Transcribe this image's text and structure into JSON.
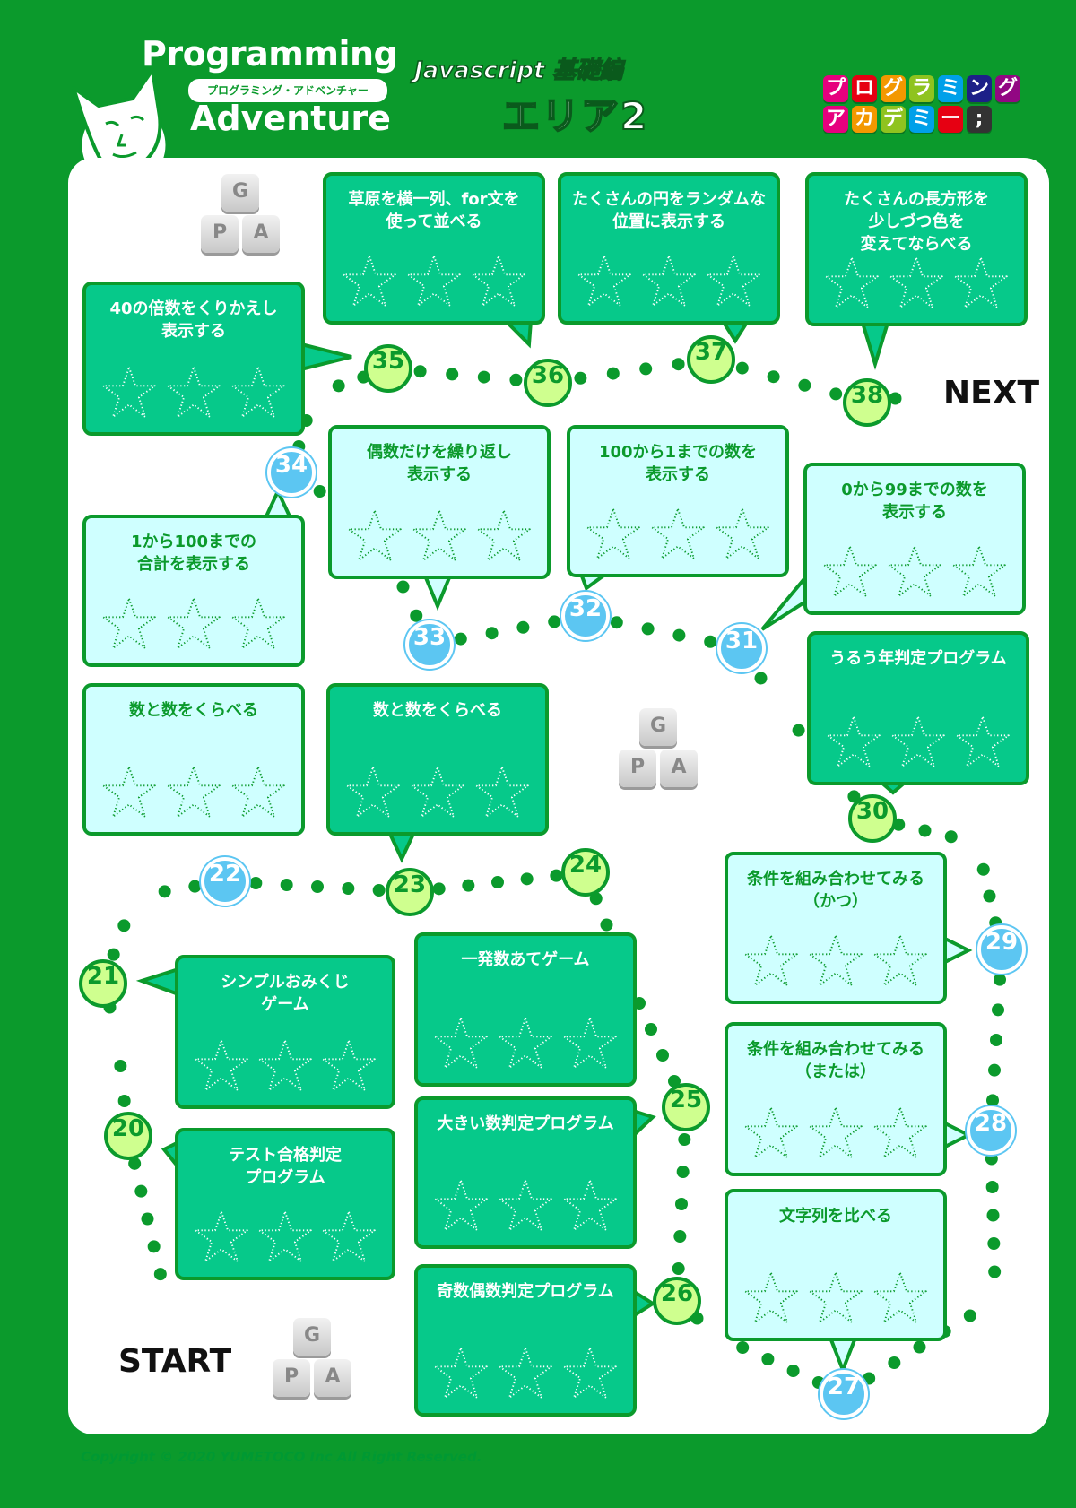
{
  "header": {
    "title_top": "Programming",
    "title_ruby": "プログラミング・アドベンチャー",
    "title_bottom": "Adventure",
    "subtitle": "Javascript 基礎編",
    "area": "エリア2",
    "logo_row1": [
      "プ",
      "ロ",
      "グ",
      "ラ",
      "ミ",
      "ン",
      "グ"
    ],
    "logo_row2": [
      "ア",
      "カ",
      "デ",
      "ミ",
      "ー",
      ";"
    ],
    "logo_colors_row1": [
      "#e6007e",
      "#e60012",
      "#f39800",
      "#8fc31f",
      "#00a0e9",
      "#1d2088",
      "#920783"
    ],
    "logo_colors_row2": [
      "#e6007e",
      "#f39800",
      "#8fc31f",
      "#00a0e9",
      "#e60012",
      "#333333"
    ]
  },
  "labels": {
    "start": "START",
    "next": "NEXT"
  },
  "keys": {
    "top": "G",
    "left": "P",
    "right": "A"
  },
  "nodes": [
    {
      "num": "20",
      "color": "green"
    },
    {
      "num": "21",
      "color": "green"
    },
    {
      "num": "22",
      "color": "blue"
    },
    {
      "num": "23",
      "color": "green"
    },
    {
      "num": "24",
      "color": "green"
    },
    {
      "num": "25",
      "color": "green"
    },
    {
      "num": "26",
      "color": "green"
    },
    {
      "num": "27",
      "color": "blue"
    },
    {
      "num": "28",
      "color": "blue"
    },
    {
      "num": "29",
      "color": "blue"
    },
    {
      "num": "30",
      "color": "green"
    },
    {
      "num": "31",
      "color": "blue"
    },
    {
      "num": "32",
      "color": "blue"
    },
    {
      "num": "33",
      "color": "blue"
    },
    {
      "num": "34",
      "color": "blue"
    },
    {
      "num": "35",
      "color": "green"
    },
    {
      "num": "36",
      "color": "green"
    },
    {
      "num": "37",
      "color": "green"
    },
    {
      "num": "38",
      "color": "green"
    }
  ],
  "cards": [
    {
      "id": "20",
      "title": "テスト合格判定\nプログラム",
      "style": "dark"
    },
    {
      "id": "21",
      "title": "シンプルおみくじ\nゲーム",
      "style": "dark"
    },
    {
      "id": "22",
      "title": "数と数をくらべる",
      "style": "light"
    },
    {
      "id": "23",
      "title": "数と数をくらべる",
      "style": "dark"
    },
    {
      "id": "24",
      "title": "一発数あてゲーム",
      "style": "dark"
    },
    {
      "id": "25",
      "title": "大きい数判定プログラム",
      "style": "dark"
    },
    {
      "id": "26",
      "title": "奇数偶数判定プログラム",
      "style": "dark"
    },
    {
      "id": "27",
      "title": "文字列を比べる",
      "style": "light"
    },
    {
      "id": "28",
      "title": "条件を組み合わせてみる\n（または）",
      "style": "light"
    },
    {
      "id": "29",
      "title": "条件を組み合わせてみる\n（かつ）",
      "style": "light"
    },
    {
      "id": "30",
      "title": "うるう年判定プログラム",
      "style": "dark"
    },
    {
      "id": "31",
      "title": "0から99までの数を\n表示する",
      "style": "light"
    },
    {
      "id": "32",
      "title": "100から1までの数を\n表示する",
      "style": "light"
    },
    {
      "id": "33",
      "title": "偶数だけを繰り返し\n表示する",
      "style": "light"
    },
    {
      "id": "34",
      "title": "1から100までの\n合計を表示する",
      "style": "light"
    },
    {
      "id": "35",
      "title": "40の倍数をくりかえし\n表示する",
      "style": "dark"
    },
    {
      "id": "36",
      "title": "草原を横一列、for文を\n使って並べる",
      "style": "dark"
    },
    {
      "id": "37",
      "title": "たくさんの円をランダムな\n位置に表示する",
      "style": "dark"
    },
    {
      "id": "38",
      "title": "たくさんの長方形を\n少しづつ色を\n変えてならべる",
      "style": "dark"
    }
  ],
  "stars_per_card": 3,
  "copyright": "Copyright ©  2020 YUMETOCO Inc All Right Reserved."
}
